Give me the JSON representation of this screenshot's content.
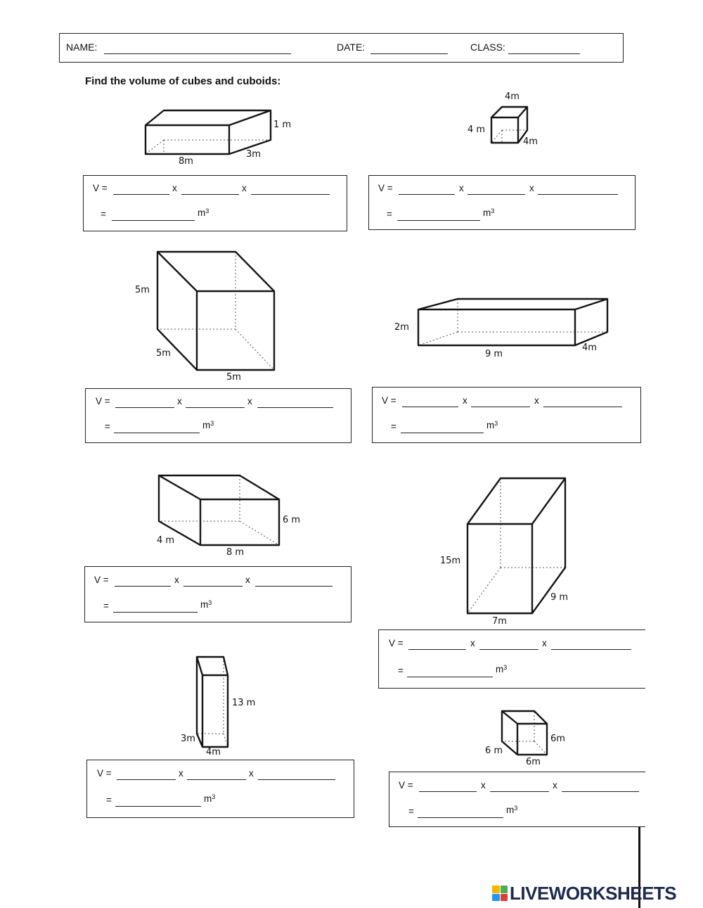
{
  "header": {
    "name_label": "NAME:",
    "date_label": "DATE:",
    "class_label": "CLASS:"
  },
  "instructions": "Find the volume of cubes and cuboids:",
  "answer_template": {
    "v_label": "V =",
    "times": "x",
    "equals": "=",
    "unit": "m",
    "unit_exp": "3"
  },
  "problems": [
    {
      "dims": [
        "8m",
        "3m",
        "1 m"
      ]
    },
    {
      "dims": [
        "4m",
        "4 m",
        "4m"
      ]
    },
    {
      "dims": [
        "5m",
        "5m",
        "5m"
      ]
    },
    {
      "dims": [
        "2m",
        "9 m",
        "4m"
      ]
    },
    {
      "dims": [
        "6 m",
        "4 m",
        "8 m"
      ]
    },
    {
      "dims": [
        "15m",
        "9 m",
        "7m"
      ]
    },
    {
      "dims": [
        "13 m",
        "3m",
        "4m"
      ]
    },
    {
      "dims": [
        "6m",
        "6 m",
        "6m"
      ]
    }
  ],
  "watermark": {
    "text": "LIVEWORKSHEETS",
    "logo_colors": [
      "#f4b400",
      "#4caf50",
      "#2196f3",
      "#e53935"
    ],
    "text_color": "#1d2a4f"
  }
}
